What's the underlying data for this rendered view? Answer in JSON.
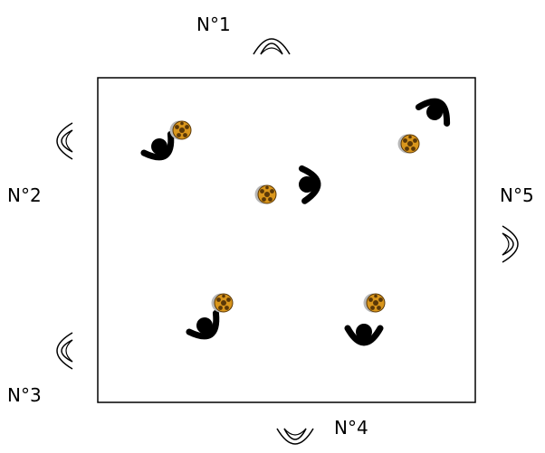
{
  "diagram": {
    "stations": [
      {
        "label": "N°1",
        "icon": "eye-icon"
      },
      {
        "label": "N°2",
        "icon": "eye-icon"
      },
      {
        "label": "N°3",
        "icon": "eye-icon"
      },
      {
        "label": "N°4",
        "icon": "eye-icon"
      },
      {
        "label": "N°5",
        "icon": "eye-icon"
      }
    ],
    "players": [
      {
        "name": "player-top-left",
        "icon": "player-with-ball-icon"
      },
      {
        "name": "player-top-right",
        "icon": "player-with-ball-icon"
      },
      {
        "name": "player-center",
        "icon": "player-with-ball-icon"
      },
      {
        "name": "player-bottom-left",
        "icon": "player-with-ball-icon"
      },
      {
        "name": "player-bottom-right",
        "icon": "player-with-ball-icon"
      }
    ],
    "colors": {
      "player": "#000000",
      "ball_fill": "#d9961c",
      "ball_panel": "#5a3808",
      "ball_shadow": "#b8b8b8",
      "field_line": "#000000"
    }
  }
}
